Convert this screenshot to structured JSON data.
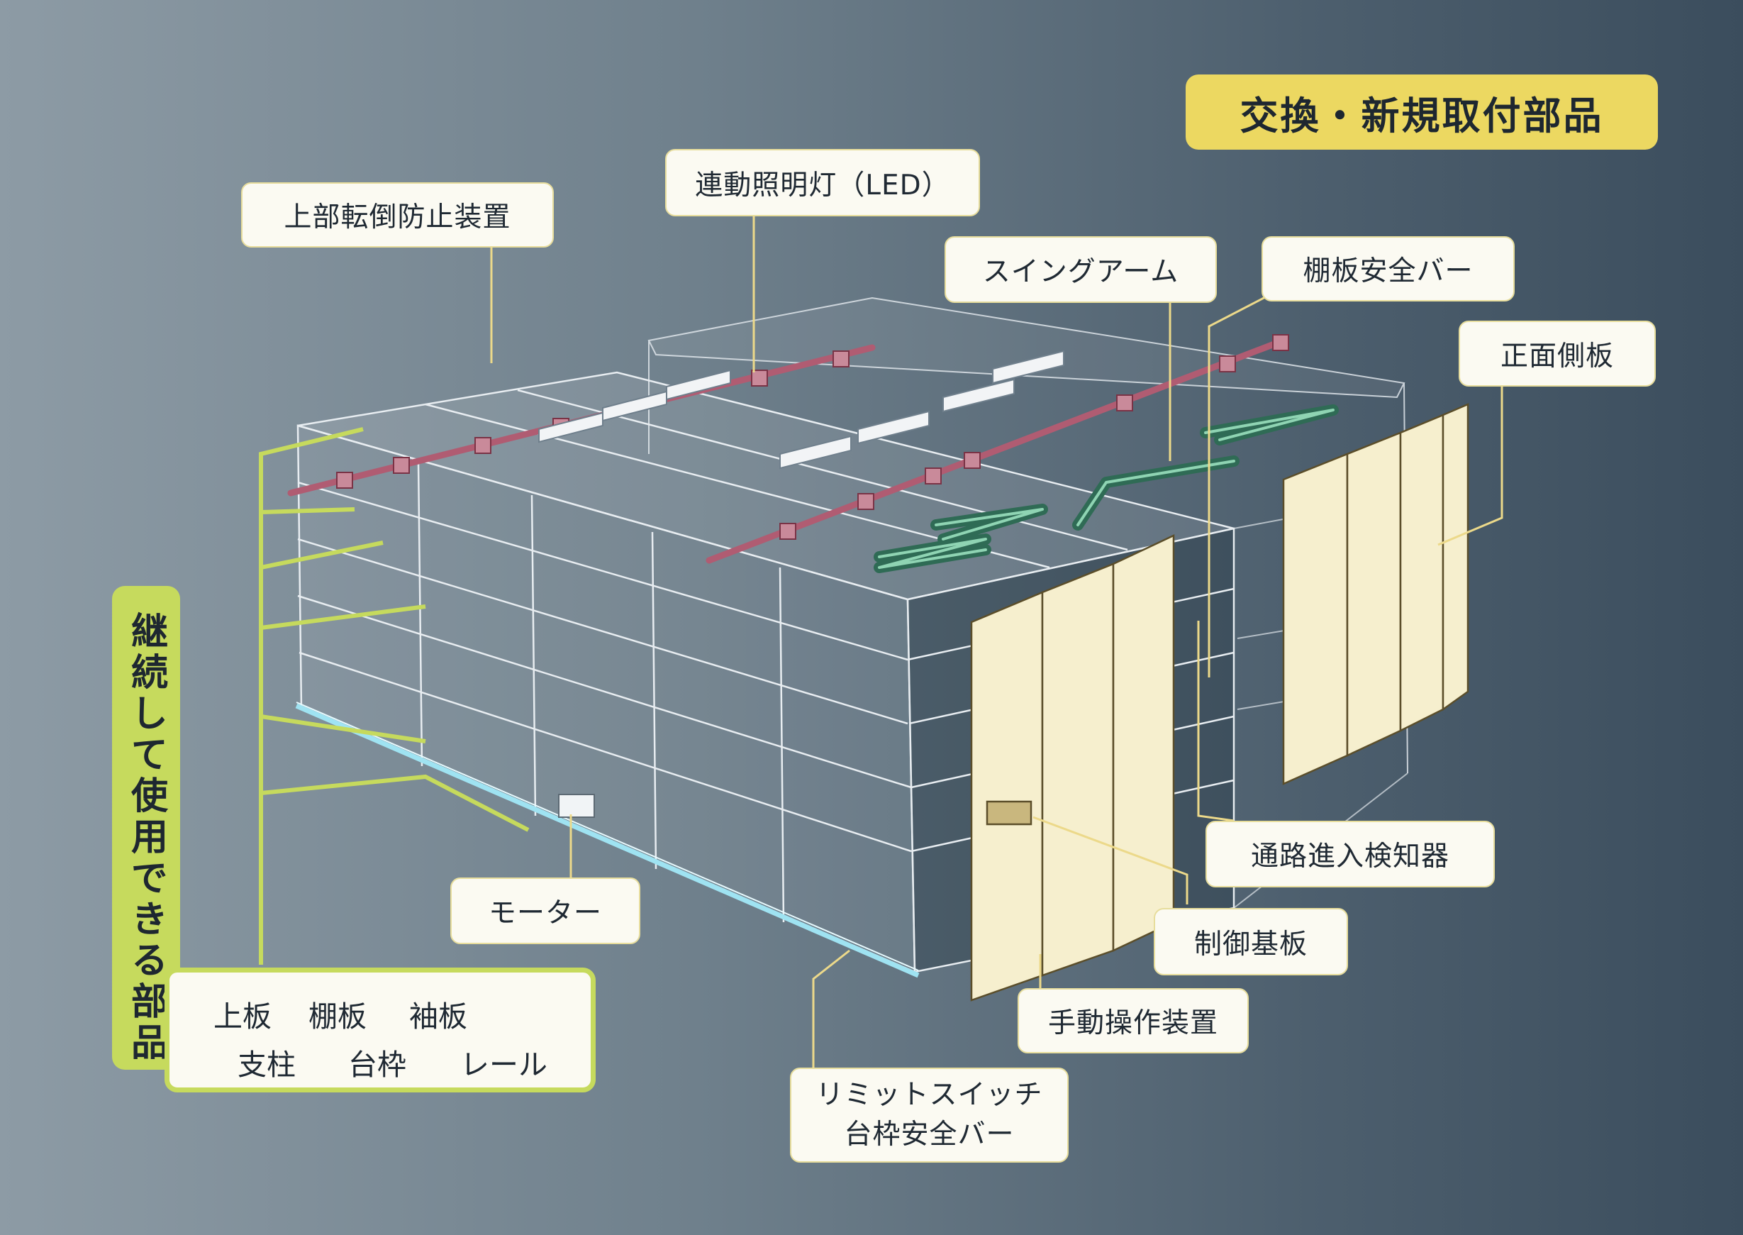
{
  "header": {
    "title": "交換・新規取付部品"
  },
  "labels": {
    "upper_tip": "上部転倒防止装置",
    "led": "連動照明灯（LED）",
    "swing": "スイングアーム",
    "shelf_bar": "棚板安全バー",
    "front_panel": "正面側板",
    "aisle": "通路進入検知器",
    "control": "制御基板",
    "manual": "手動操作装置",
    "motor": "モーター",
    "limit_1": "リミットスイッチ",
    "limit_2": "台枠安全バー"
  },
  "reuse": {
    "title": "継続して使用できる部品",
    "parts": [
      "上板",
      "棚板",
      "袖板",
      "支柱",
      "台枠",
      "レール"
    ]
  },
  "colors": {
    "header_bg": "#ecd861",
    "reuse_green": "#c6da5d",
    "led_pink": "#b05c72",
    "swing_green": "#2f6b55",
    "panel_cream": "#f6efce",
    "rail_blue": "#9fe3f2"
  }
}
